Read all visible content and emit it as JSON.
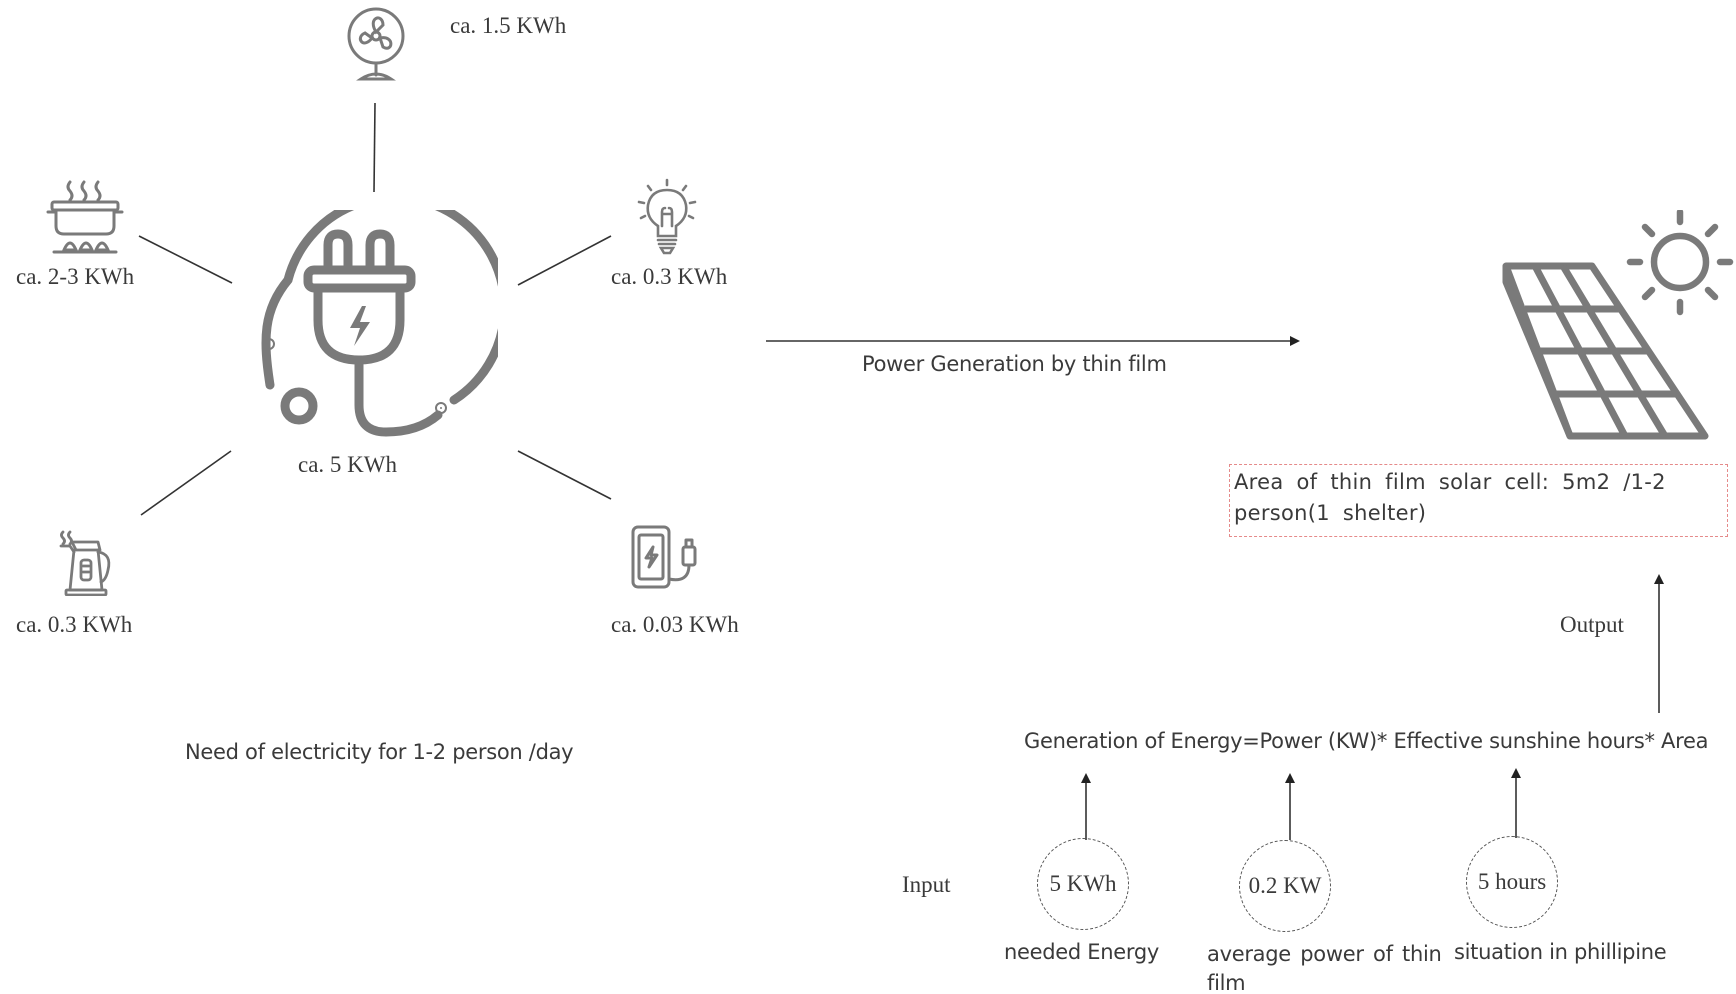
{
  "center": {
    "label": "ca. 5 KWh",
    "icon": "plug-icon"
  },
  "appliances": [
    {
      "id": "fan",
      "icon": "fan-icon",
      "label": "ca. 1.5 KWh"
    },
    {
      "id": "pot",
      "icon": "cooking-pot-icon",
      "label": "ca. 2-3 KWh"
    },
    {
      "id": "bulb",
      "icon": "light-bulb-icon",
      "label": "ca. 0.3 KWh"
    },
    {
      "id": "kettle",
      "icon": "kettle-icon",
      "label": "ca. 0.3 KWh"
    },
    {
      "id": "phone",
      "icon": "phone-charger-icon",
      "label": "ca. 0.03 KWh"
    }
  ],
  "need_caption": "Need of electricity for 1-2 person /day",
  "arrow_caption": "Power Generation by thin film",
  "solar": {
    "icon": "solar-panel-icon",
    "sun_icon": "sun-icon"
  },
  "area_text": "Area of thin film solar cell: 5m2 /1-2 person(1 shelter)",
  "output_label": "Output",
  "formula": "Generation of Energy=Power (KW)* Effective sunshine hours* Area",
  "input_label": "Input",
  "inputs": [
    {
      "value": "5 KWh",
      "caption": "needed Energy"
    },
    {
      "value": "0.2 KW",
      "caption": "average power of thin film"
    },
    {
      "value": "5 hours",
      "caption": "situation in phillipine"
    }
  ],
  "colors": {
    "icon": "#7a7a7a",
    "line": "#333333",
    "text": "#3a3a3a",
    "area_border": "#e58a8a"
  }
}
